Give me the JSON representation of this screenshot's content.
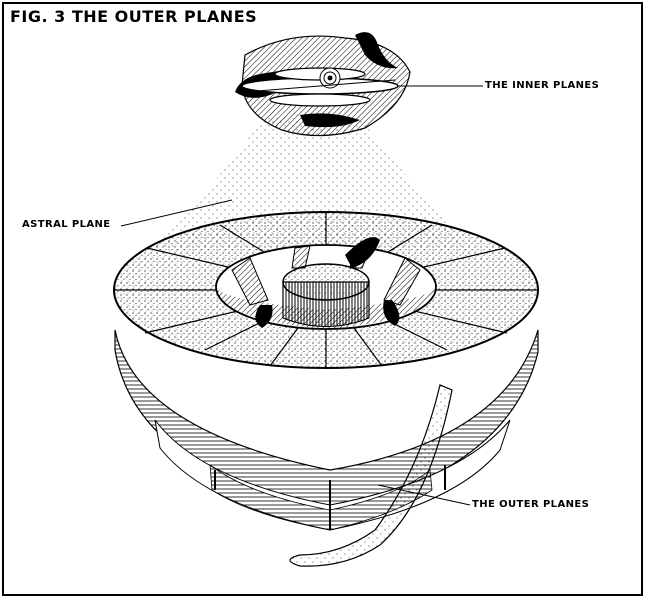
{
  "figure": {
    "title": "FIG. 3 THE OUTER PLANES",
    "labels": {
      "inner_planes": "THE INNER PLANES",
      "astral_plane": "ASTRAL PLANE",
      "outer_planes": "THE OUTER PLANES"
    }
  },
  "style": {
    "ink": "#000000",
    "paper": "#ffffff"
  }
}
